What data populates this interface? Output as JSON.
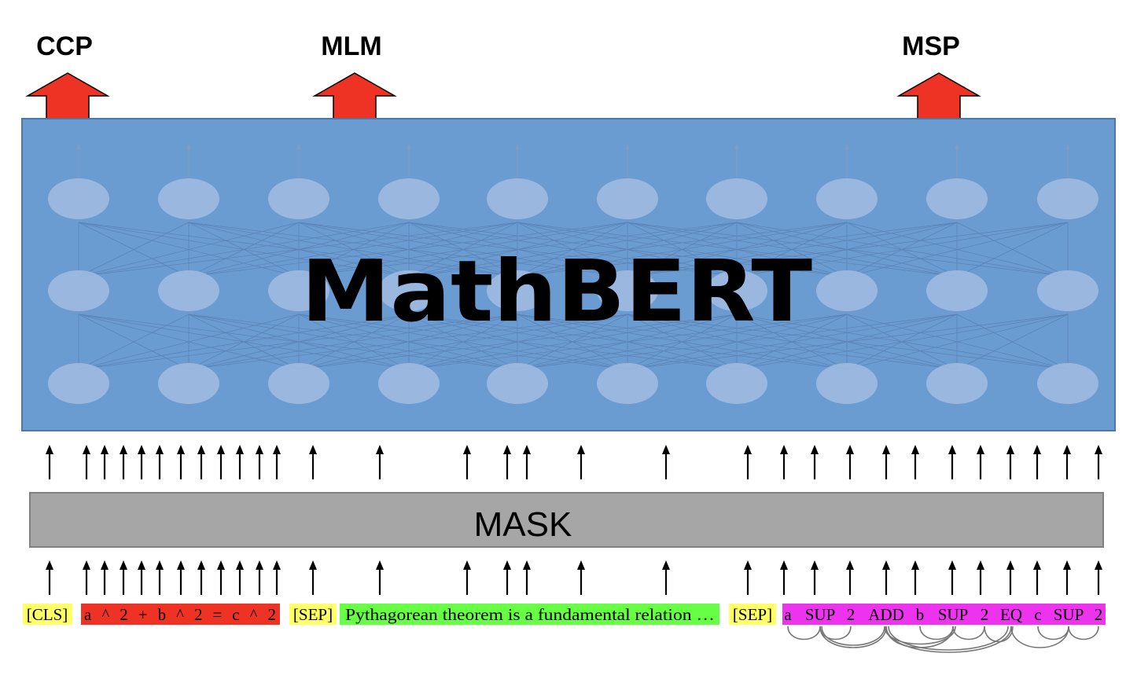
{
  "heads": [
    {
      "label": "CCP"
    },
    {
      "label": "MLM"
    },
    {
      "label": "MSP"
    }
  ],
  "model": {
    "title": "MathBERT"
  },
  "mask": {
    "label": "MASK"
  },
  "tokens": {
    "cls": "[CLS]",
    "formula": "a  ^  2  +  b  ^  2  =  c  ^  2",
    "sep1": "[SEP]",
    "context": "Pythagorean theorem is a fundamental relation …",
    "sep2": "[SEP]",
    "opt": [
      "a",
      "SUP",
      "2",
      "ADD",
      "b",
      "SUP",
      "2",
      "EQ",
      "c",
      "SUP",
      "2"
    ]
  },
  "colors": {
    "model_fill": "#6a9bd1",
    "model_stroke": "#4a78ab",
    "node_fill": "#a2bde2",
    "head_arrow": "#ee3224",
    "mask_fill": "#a6a6a6",
    "cls_sep_fill": "#ffff66",
    "formula_fill": "#ee3224",
    "context_fill": "#66ff44",
    "opt_fill": "#ee33ee"
  }
}
